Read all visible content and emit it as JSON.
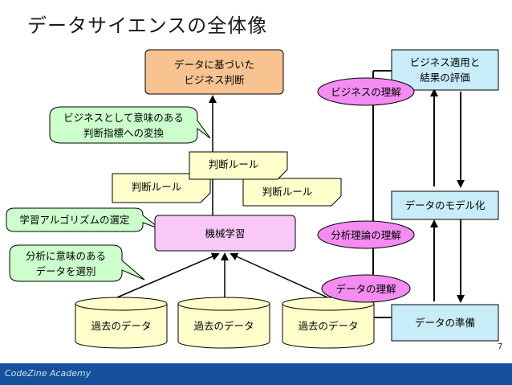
{
  "title": "データサイエンスの全体像",
  "decision_box": [
    "データに基づいた",
    "ビジネス判断"
  ],
  "callout_business": [
    "ビジネスとして意味のある",
    "判断指標への変換"
  ],
  "callout_algorithm": "学習アルゴリズムの選定",
  "callout_select": [
    "分析に意味のある",
    "データを選別"
  ],
  "rule_top": "判断ルール",
  "rule_left": "判断ルール",
  "rule_right": "判断ルール",
  "machine_learning": "機械学習",
  "past_data": [
    "過去のデータ",
    "過去のデータ",
    "過去のデータ"
  ],
  "right_column": {
    "apply": [
      "ビジネス適用と",
      "結果の評価"
    ],
    "model": "データのモデル化",
    "prepare": "データの準備"
  },
  "ovals": {
    "business": "ビジネスの理解",
    "analysis": "分析理論の理解",
    "data": "データの理解"
  },
  "page_number": "7",
  "footer": "CodeZine Academy",
  "colors": {
    "decision_fill": "#f8c391",
    "ml_fill": "#f9c8f9",
    "oval_fill": "#f58cf2",
    "right_fill": "#c8ecf8",
    "note_fill": "#ffffcc",
    "callout_fill": "#ccffcc",
    "footer_bar": "#15509a"
  }
}
